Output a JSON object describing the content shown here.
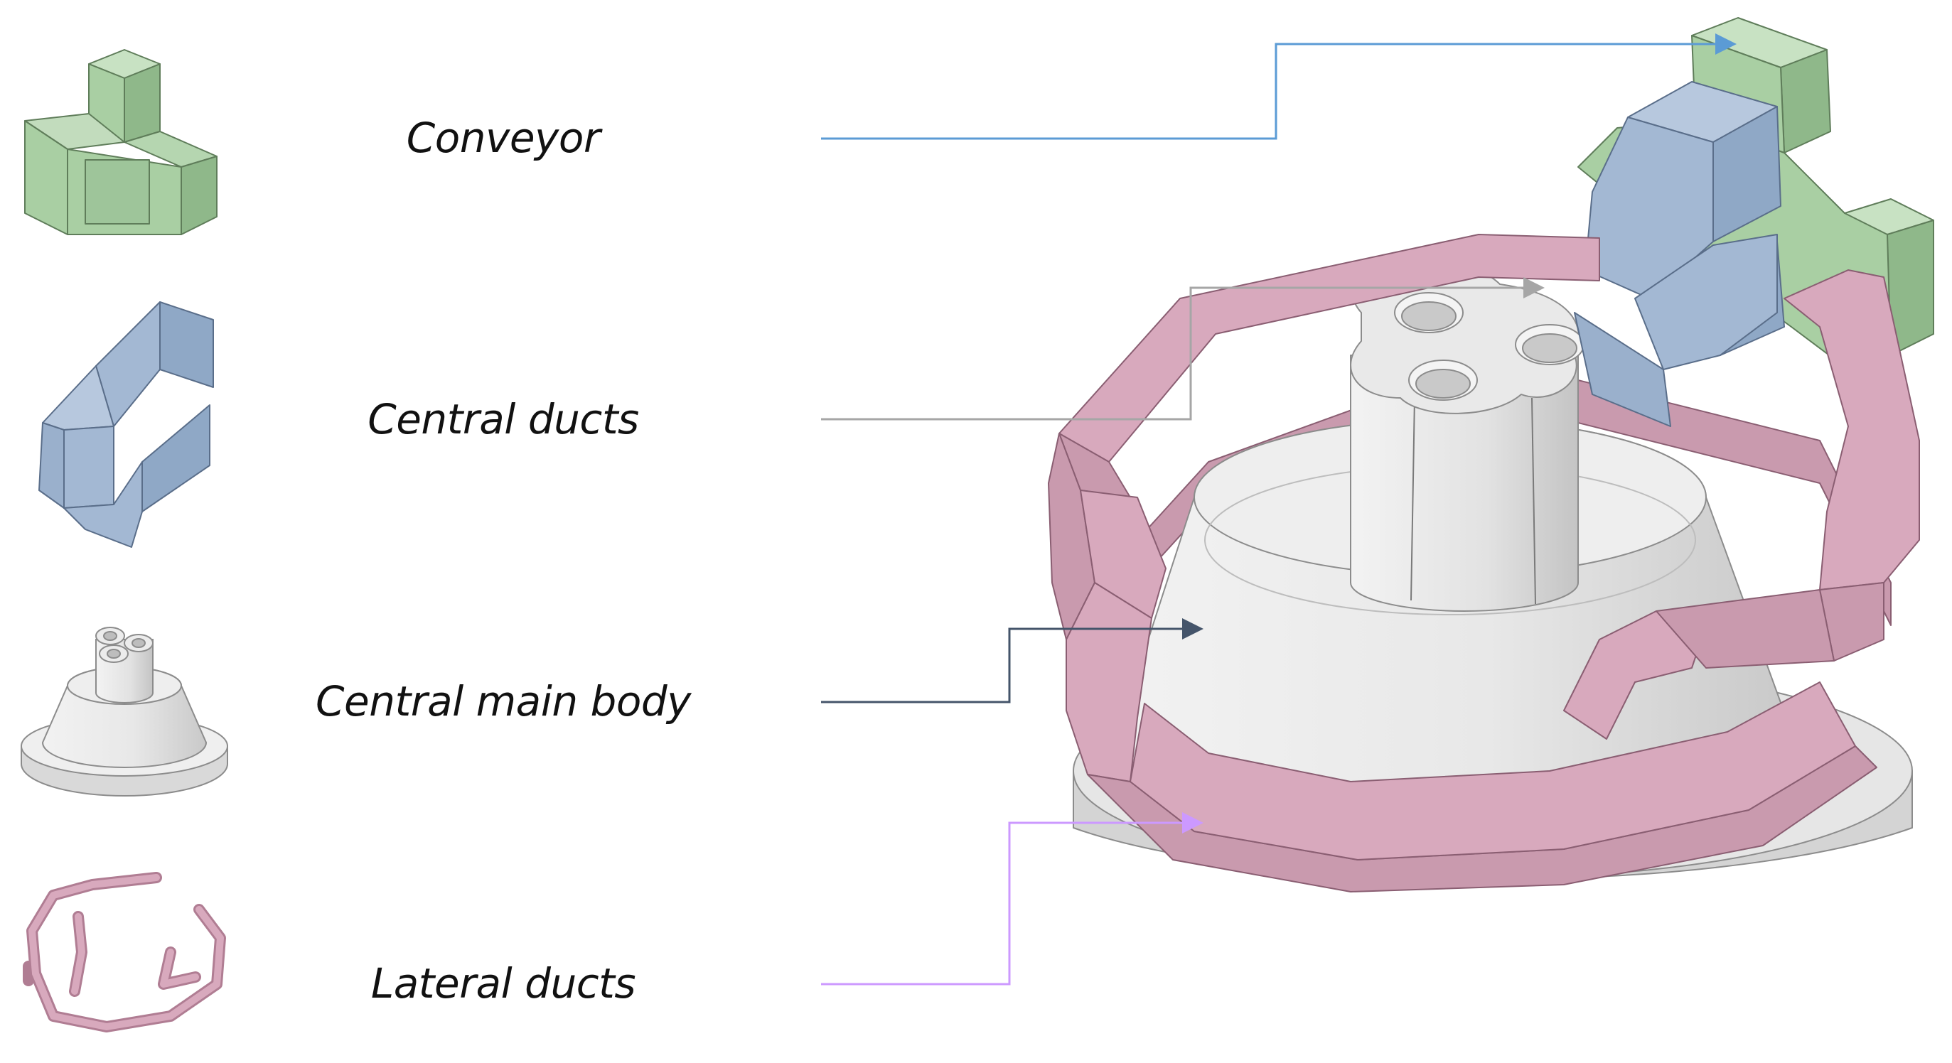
{
  "components": [
    {
      "id": "conveyor",
      "label": "Conveyor",
      "color": "#a9cfa3",
      "arrow_color": "#5b9bd5"
    },
    {
      "id": "central-ducts",
      "label": "Central ducts",
      "color": "#a3b8d3",
      "arrow_color": "#a6a6a6"
    },
    {
      "id": "central-main-body",
      "label": "Central main body",
      "color": "#e3e3e3",
      "arrow_color": "#44546a"
    },
    {
      "id": "lateral-ducts",
      "label": "Lateral ducts",
      "color": "#d8a9bd",
      "arrow_color": "#cc99ff"
    }
  ]
}
